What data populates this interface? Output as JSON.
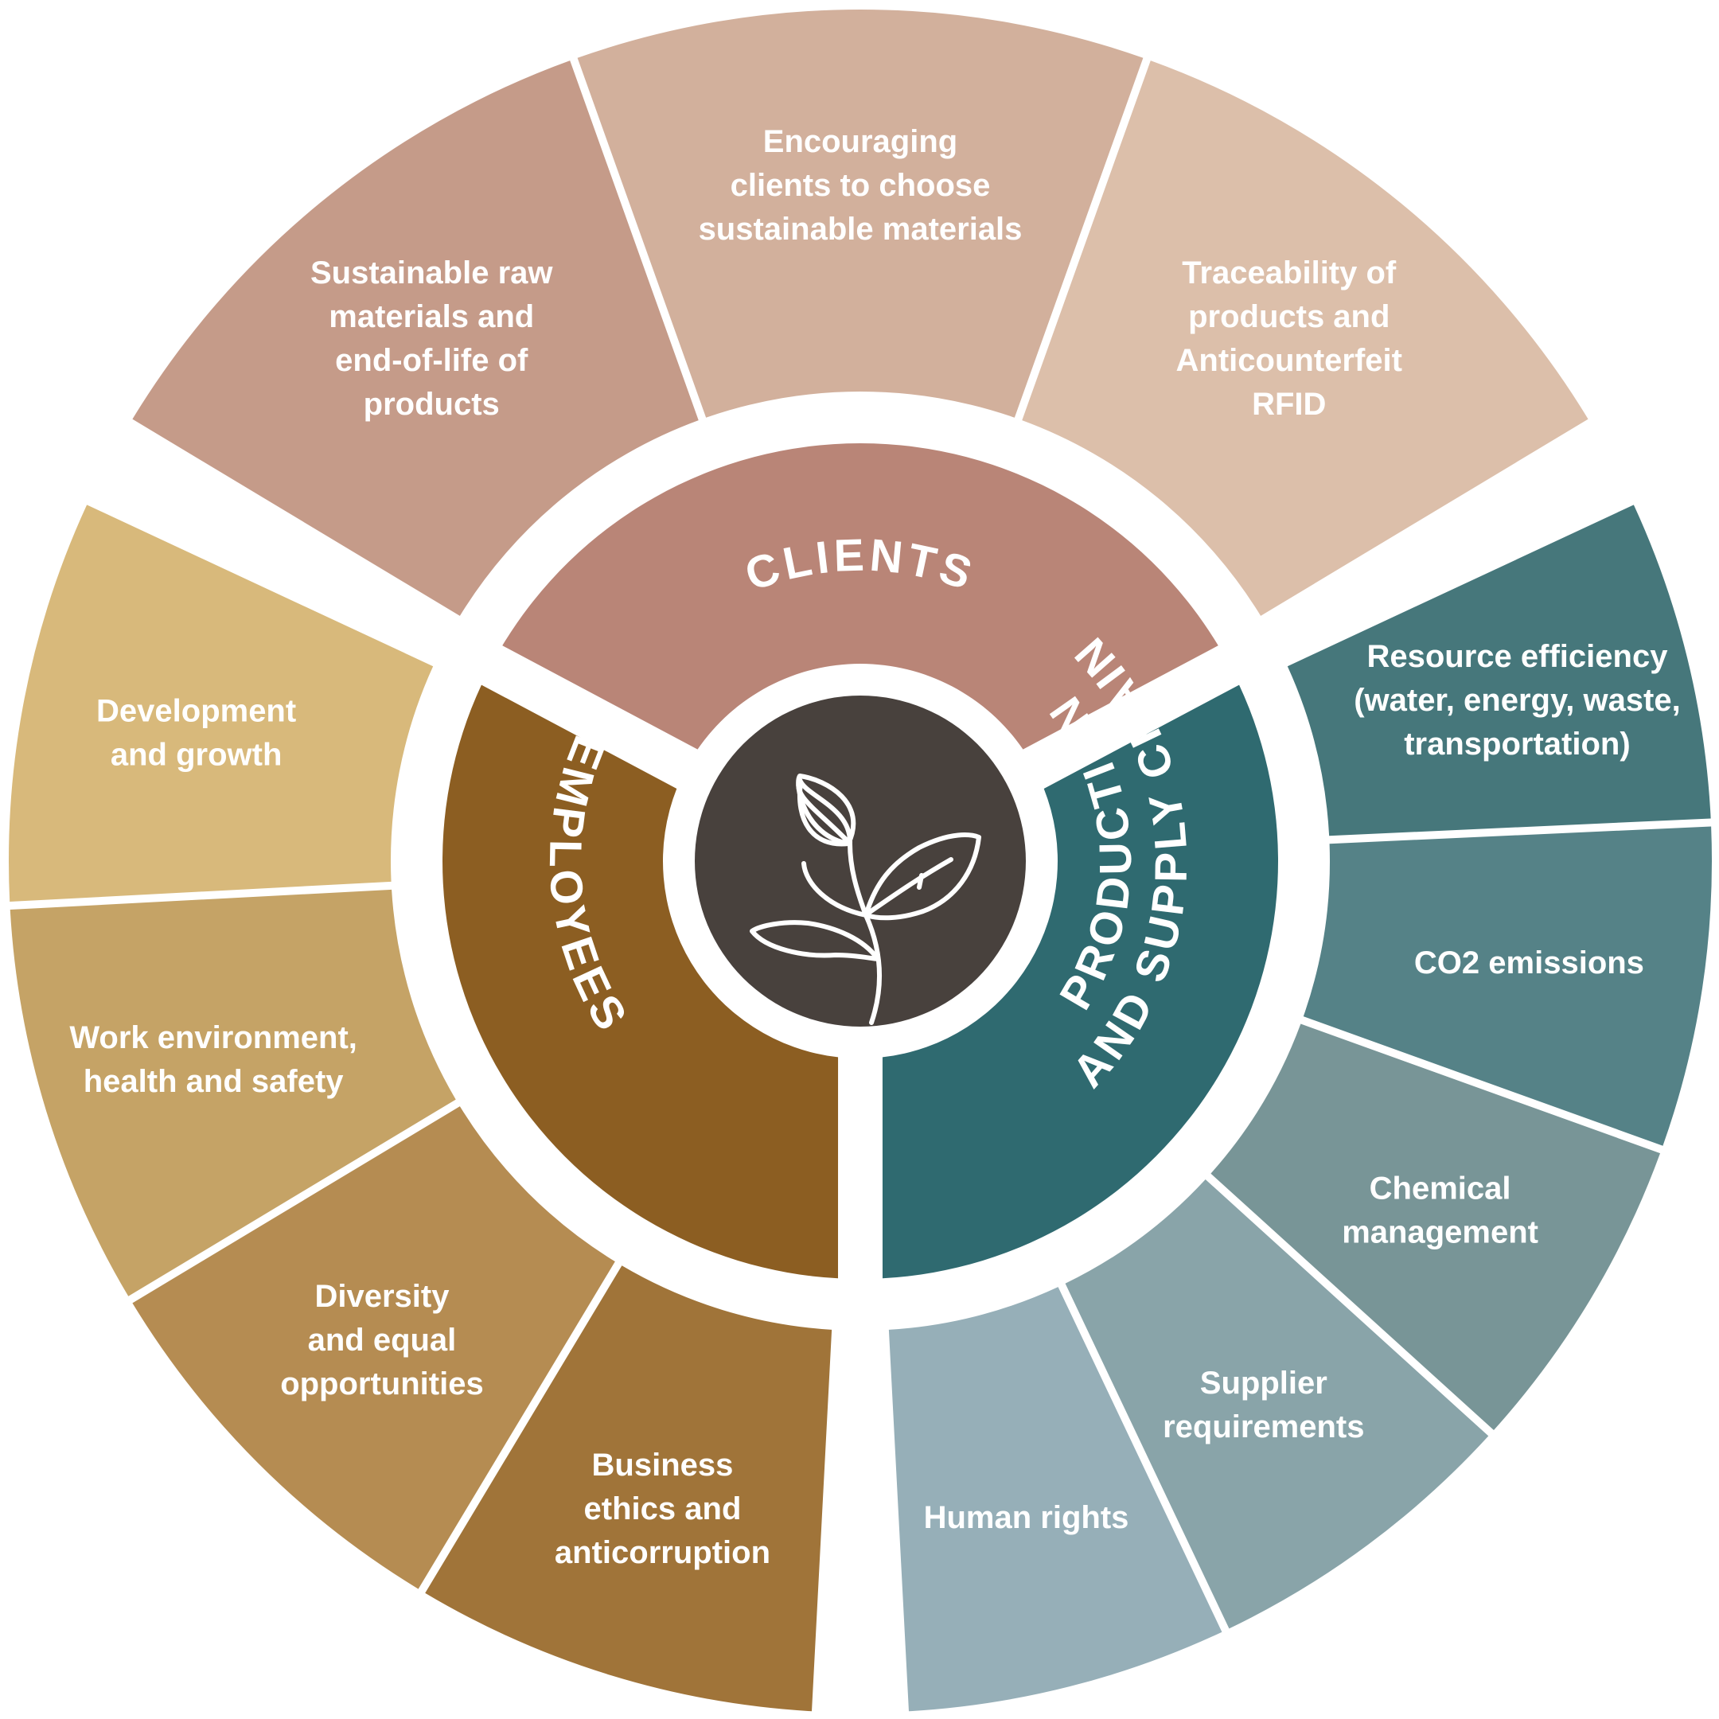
{
  "center": {
    "icon": "plant-sprout-icon",
    "color": "#48413d"
  },
  "groups": [
    {
      "id": "clients",
      "label": "CLIENTS",
      "color": "#b98577",
      "segments": [
        {
          "lines": [
            "Sustainable raw",
            "materials and",
            "end-of-life of",
            "products"
          ],
          "color": "#c59b89"
        },
        {
          "lines": [
            "Encouraging",
            "clients to choose",
            "sustainable materials"
          ],
          "color": "#d2b09c"
        },
        {
          "lines": [
            "Traceability of",
            "products and",
            "Anticounterfeit",
            "RFID"
          ],
          "color": "#dcbfaa"
        }
      ]
    },
    {
      "id": "production",
      "label_lines": [
        "PRODUCTION",
        "AND SUPPLY CHAIN"
      ],
      "color": "#2f6a70",
      "segments": [
        {
          "lines": [
            "Resource efficiency",
            "(water, energy, waste,",
            "transportation)"
          ],
          "color": "#46777b"
        },
        {
          "lines": [
            "CO2 emissions"
          ],
          "color": "#558287"
        },
        {
          "lines": [
            "Chemical",
            "management"
          ],
          "color": "#789597"
        },
        {
          "lines": [
            "Supplier",
            "requirements"
          ],
          "color": "#89a4a9"
        },
        {
          "lines": [
            "Human rights"
          ],
          "color": "#96afb8"
        }
      ]
    },
    {
      "id": "employees",
      "label": "EMPLOYEES",
      "color": "#8c5e22",
      "segments": [
        {
          "lines": [
            "Business",
            "ethics and",
            "anticorruption"
          ],
          "color": "#a07439"
        },
        {
          "lines": [
            "Diversity",
            "and equal",
            "opportunities"
          ],
          "color": "#b58c52"
        },
        {
          "lines": [
            "Work environment,",
            "health and safety"
          ],
          "color": "#c5a366"
        },
        {
          "lines": [
            "Development",
            "and growth"
          ],
          "color": "#d8b97b"
        }
      ]
    }
  ]
}
